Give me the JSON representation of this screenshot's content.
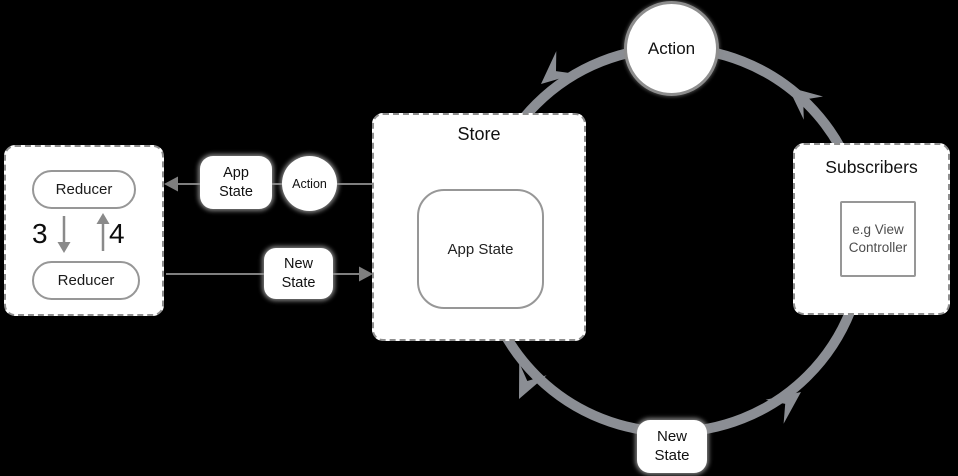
{
  "diagram": {
    "background_color": "#000000",
    "ring_color": "#8b8e94",
    "line_color": "#7f7f7f",
    "action": {
      "label": "Action"
    },
    "store": {
      "title": "Store",
      "inner_label": "App State"
    },
    "subscribers": {
      "title": "Subscribers",
      "inner_lines": [
        "e.g View",
        "Controller"
      ]
    },
    "reducers": {
      "top_label": "Reducer",
      "bottom_label": "Reducer",
      "step_down_number": "3",
      "step_up_number": "4"
    },
    "edge_labels": {
      "app_state": [
        "App",
        "State"
      ],
      "action_small": "Action",
      "new_state_left": [
        "New",
        "State"
      ],
      "new_state_bottom": [
        "New",
        "State"
      ]
    },
    "edges": [
      {
        "from": "Action",
        "to": "Store"
      },
      {
        "from": "Store",
        "to": "Subscribers",
        "label": "New State"
      },
      {
        "from": "Subscribers",
        "to": "Action"
      },
      {
        "from": "Store",
        "to": "Reducer",
        "labels": [
          "App State",
          "Action"
        ]
      },
      {
        "from": "Reducer",
        "to": "Store",
        "label": "New State"
      },
      {
        "from": "Reducer",
        "to": "Reducer",
        "steps": [
          "3",
          "4"
        ]
      }
    ]
  }
}
